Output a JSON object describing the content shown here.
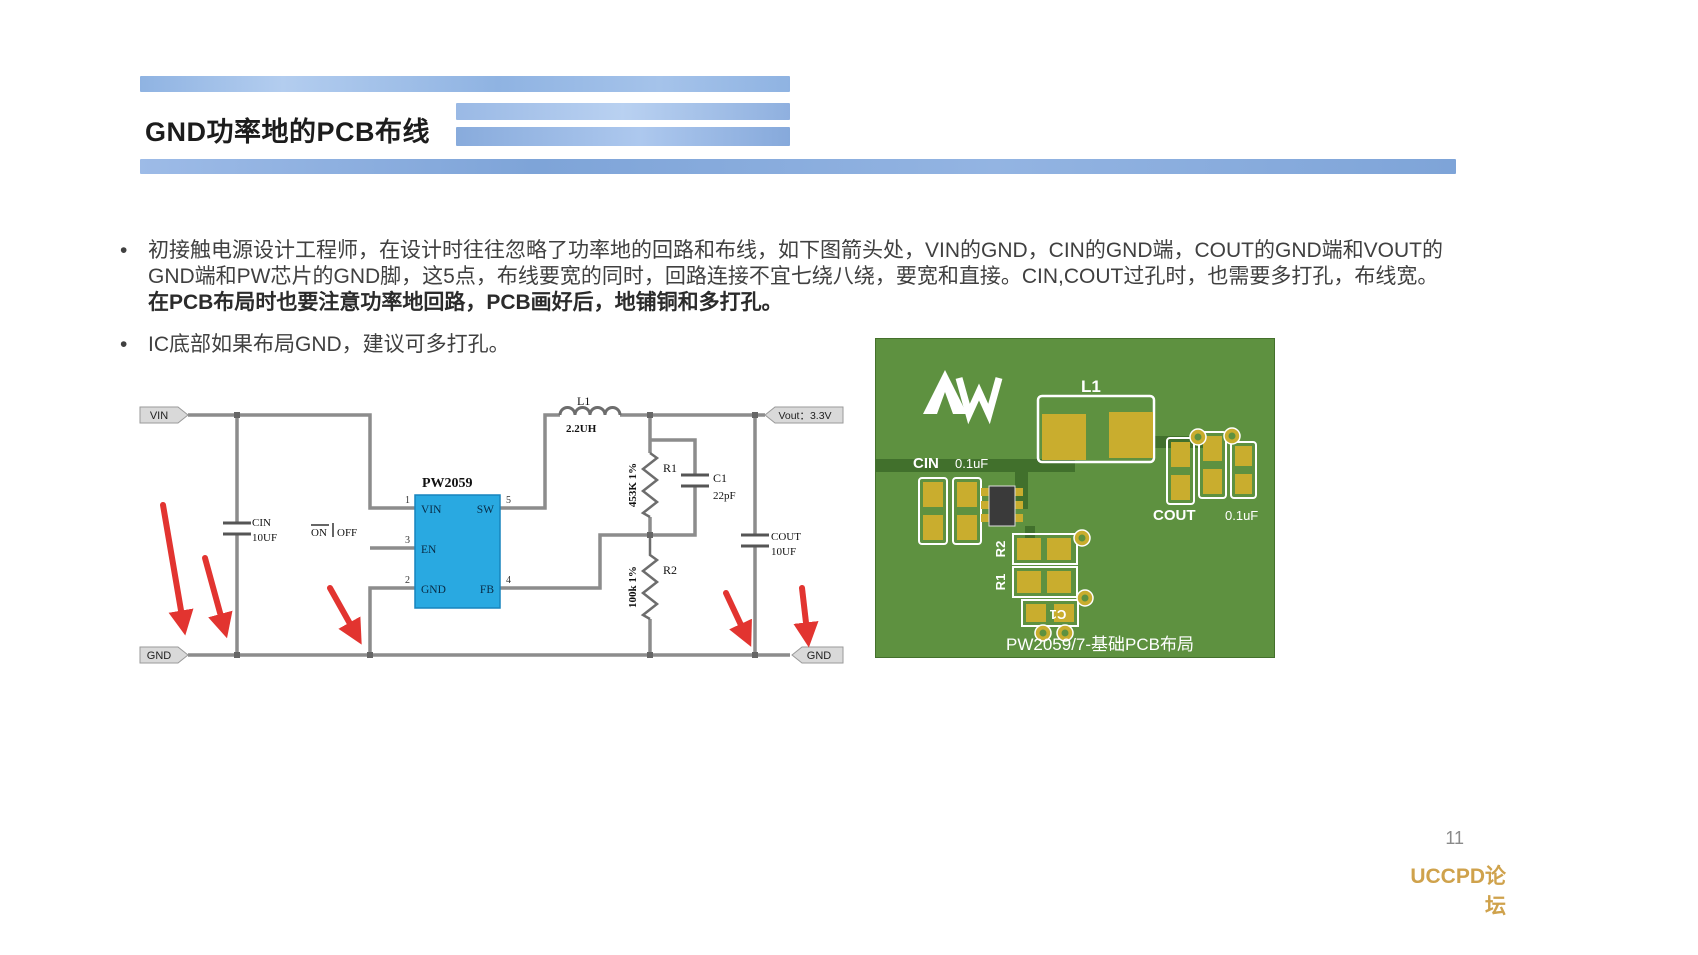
{
  "header": {
    "title": "GND功率地的PCB布线"
  },
  "bullets": {
    "item1_normal": "初接触电源设计工程师，在设计时往往忽略了功率地的回路和布线，如下图箭头处，VIN的GND，CIN的GND端，COUT的GND端和VOUT的GND端和PW芯片的GND脚，这5点，布线要宽的同时，回路连接不宜七绕八绕，要宽和直接。CIN,COUT过孔时，也需要多打孔，布线宽。",
    "item1_bold": "在PCB布局时也要注意功率地回路，PCB画好后，地铺铜和多打孔。",
    "item2": "IC底部如果布局GND，建议可多打孔。"
  },
  "schematic": {
    "tag_vin": "VIN",
    "tag_gnd_left": "GND",
    "tag_gnd_right": "GND",
    "tag_vout": "Vout：3.3V",
    "cin_name": "CIN",
    "cin_value": "10UF",
    "sw_on": "ON",
    "sw_off": "OFF",
    "chip_name": "PW2059",
    "pin_vin": "VIN",
    "pin_sw": "SW",
    "pin_en": "EN",
    "pin_gnd": "GND",
    "pin_fb": "FB",
    "pn1": "1",
    "pn2": "2",
    "pn3": "3",
    "pn4": "4",
    "pn5": "5",
    "l1_name": "L1",
    "l1_value": "2.2UH",
    "r1_value": "453K 1%",
    "r1_name": "R1",
    "c1_name": "C1",
    "c1_value": "22pF",
    "r2_value": "100k 1%",
    "r2_name": "R2",
    "cout_name": "COUT",
    "cout_value": "10UF"
  },
  "pcb": {
    "l1": "L1",
    "cin_name": "CIN",
    "cin_value": "0.1uF",
    "cout_name": "COUT",
    "cout_value": "0.1uF",
    "r1": "R1",
    "r2": "R2",
    "c1": "C1",
    "caption": "PW2059/7-基础PCB布局"
  },
  "footer": {
    "page_number": "11",
    "watermark": "UCCPD论坛"
  },
  "colors": {
    "accent_blue_bar": "#8fb3e2",
    "chip_fill": "#29a9e1",
    "arrow_red": "#e23430",
    "pcb_green": "#5e9140",
    "pad_gold": "#c9ad2e",
    "watermark_gold": "#cfa24c"
  }
}
